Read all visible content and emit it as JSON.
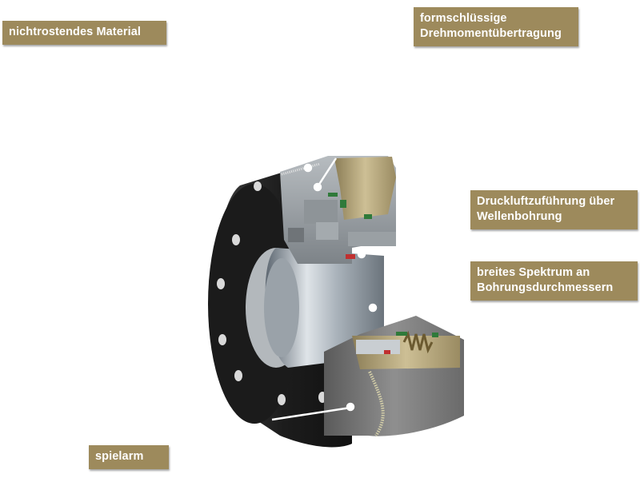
{
  "labels": {
    "material": "nichtrostendes Material",
    "torque": [
      "formschlüssige",
      "Drehmomentübertragung"
    ],
    "air": [
      "Druckluftzuführung über",
      "Wellenbohrung"
    ],
    "bore": [
      "breites Spektrum an",
      "Bohrungsdurchmessern"
    ],
    "backlash": "spielarm"
  },
  "colors": {
    "label_bg": "#9d8a5c",
    "label_text": "#ffffff",
    "flange": "#1e1e1e",
    "steel": "#9aa0a6",
    "brass": "#b9ab82",
    "seal": "#2f7a3a"
  }
}
